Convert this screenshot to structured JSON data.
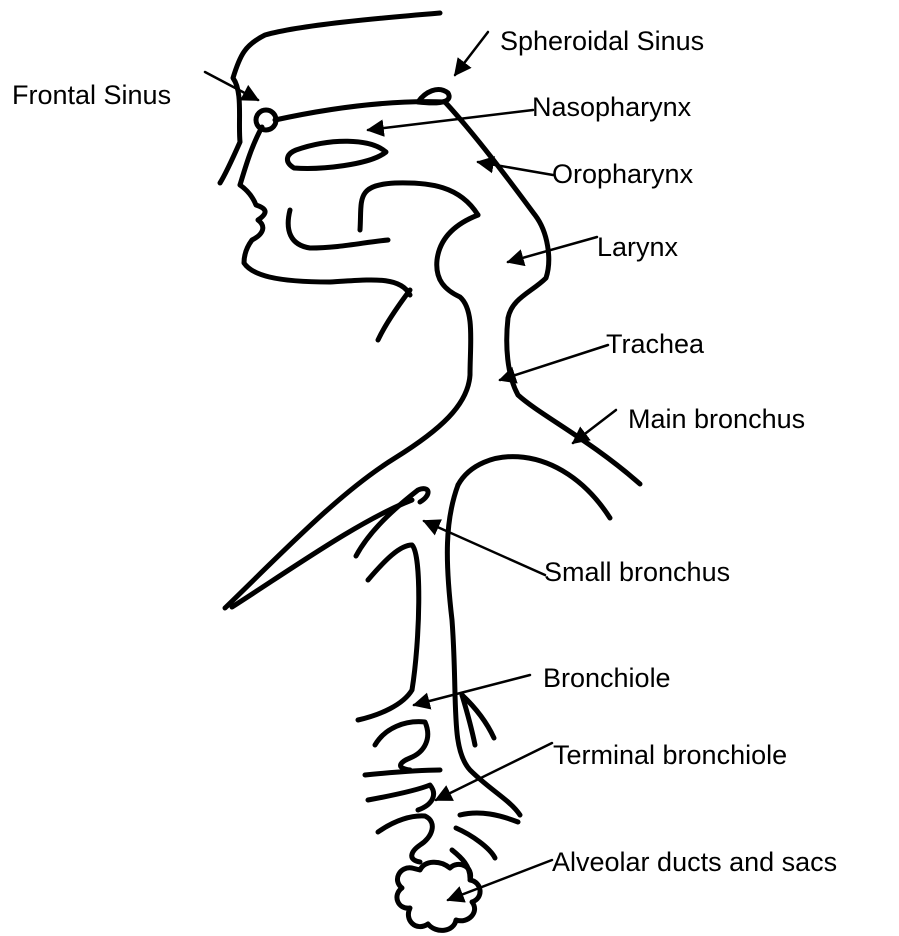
{
  "colors": {
    "line": "#000000",
    "background": "#ffffff"
  },
  "labels": {
    "frontal_sinus": "Frontal Sinus",
    "spheroidal_sinus": "Spheroidal Sinus",
    "nasopharynx": "Nasopharynx",
    "oropharynx": "Oropharynx",
    "larynx": "Larynx",
    "trachea": "Trachea",
    "main_bronchus": "Main bronchus",
    "small_bronchus": "Small bronchus",
    "bronchiole": "Bronchiole",
    "terminal_bronchiole": "Terminal bronchiole",
    "alveolar": "Alveolar ducts and sacs"
  }
}
